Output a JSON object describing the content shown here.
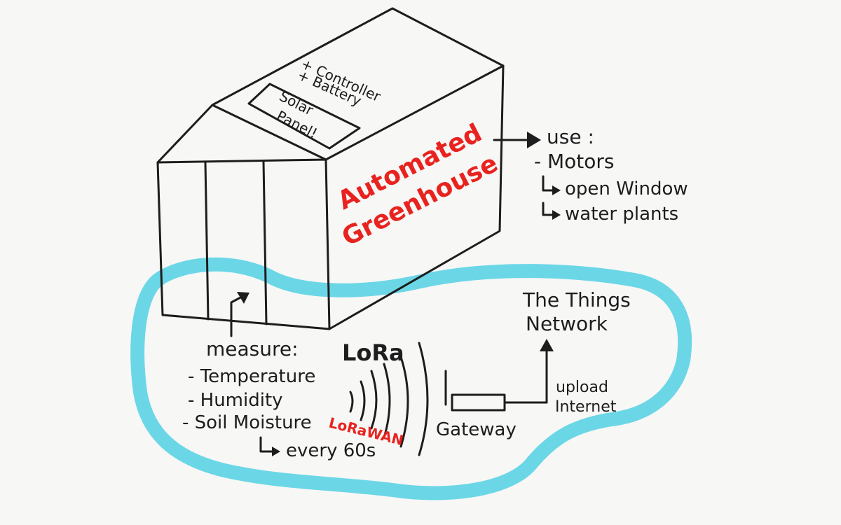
{
  "colors": {
    "ink": "#1d1d1d",
    "accent_red": "#e8231f",
    "cloud_blue": "#5bd3e4",
    "paper": "#f7f7f6"
  },
  "greenhouse": {
    "title_line1": "Automated",
    "title_line2": "Greenhouse",
    "roof_note_line1": "+ Controller",
    "roof_note_line2": "+ Battery",
    "solar_line1": "Solar",
    "solar_line2": "Panel!"
  },
  "use": {
    "heading": "use :",
    "item": "- Motors",
    "sub1": "open Window",
    "sub2": "water plants"
  },
  "measure": {
    "heading": "measure:",
    "item1": "- Temperature",
    "item2": "- Humidity",
    "item3": "- Soil Moisture",
    "interval": "every 60s"
  },
  "radio": {
    "lora": "LoRa",
    "lorawan": "LoRaWAN"
  },
  "gateway": {
    "label": "Gateway"
  },
  "network": {
    "line1": "The Things",
    "line2": "Network",
    "upload_line1": "upload",
    "upload_line2": "Internet"
  }
}
